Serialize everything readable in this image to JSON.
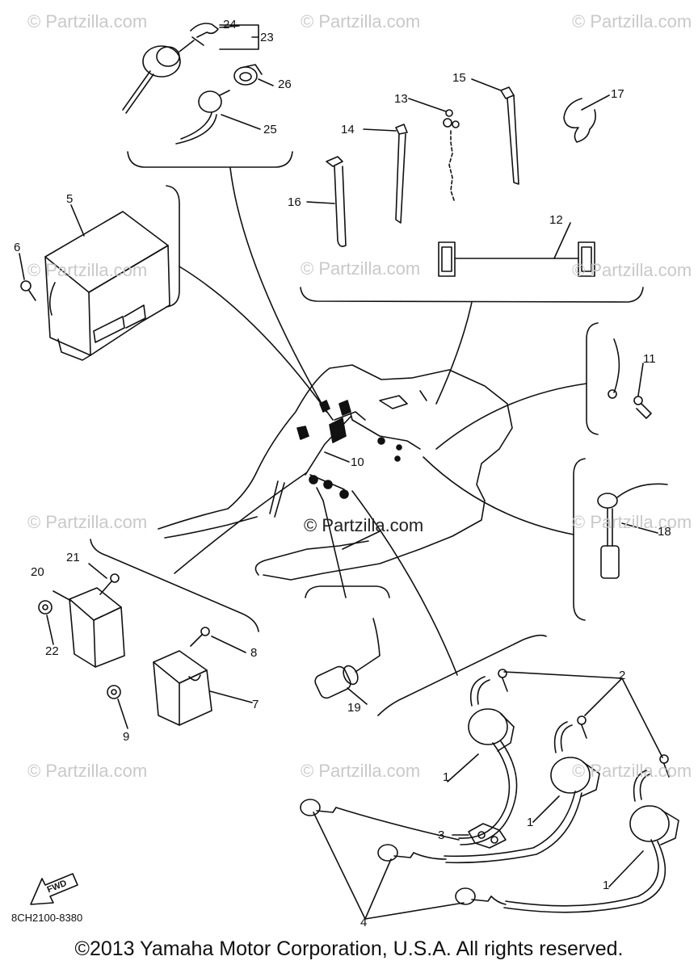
{
  "watermarks": {
    "text": "© Partzilla.com",
    "center": "© Partzilla.com"
  },
  "part_numbers": {
    "p1a": "1",
    "p1b": "1",
    "p1c": "1",
    "p2": "2",
    "p3": "3",
    "p4": "4",
    "p5": "5",
    "p6": "6",
    "p7": "7",
    "p8": "8",
    "p9": "9",
    "p10": "10",
    "p11": "11",
    "p12": "12",
    "p13": "13",
    "p14": "14",
    "p15": "15",
    "p16": "16",
    "p17": "17",
    "p18": "18",
    "p19": "19",
    "p20": "20",
    "p21": "21",
    "p22": "22",
    "p23": "23",
    "p24": "24",
    "p25": "25",
    "p26": "26"
  },
  "fwd_label": "FWD",
  "diagram_code": "8CH2100-8380",
  "copyright": "©2013 Yamaha Motor Corporation, U.S.A. All rights reserved."
}
